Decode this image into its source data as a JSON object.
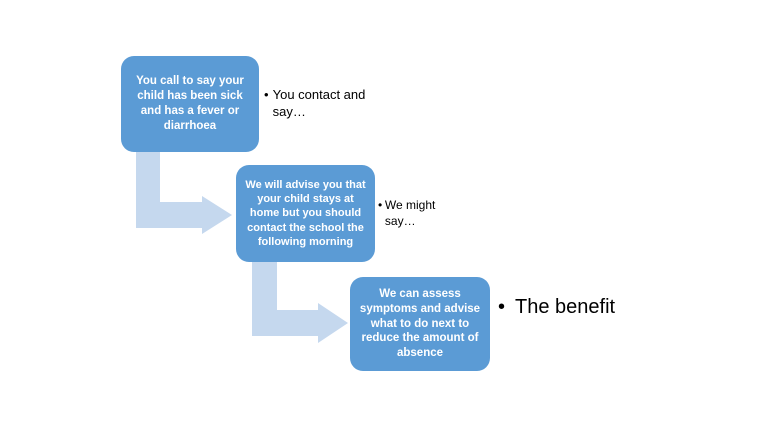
{
  "diagram": {
    "steps": [
      {
        "text": "You call to say your child has been sick and has a fever or diarrhoea",
        "note": "You contact and say…"
      },
      {
        "text": "We will advise you that your child stays at home but you should contact the school the following morning",
        "note": "We might say…"
      },
      {
        "text": "We can assess symptoms and advise what to do next to reduce the amount of absence",
        "note": "The benefit"
      }
    ],
    "colors": {
      "box": "#5b9bd5",
      "box_text": "#ffffff",
      "arrow": "#c5d8ee",
      "note_text": "#000000"
    },
    "bullet": "•"
  }
}
